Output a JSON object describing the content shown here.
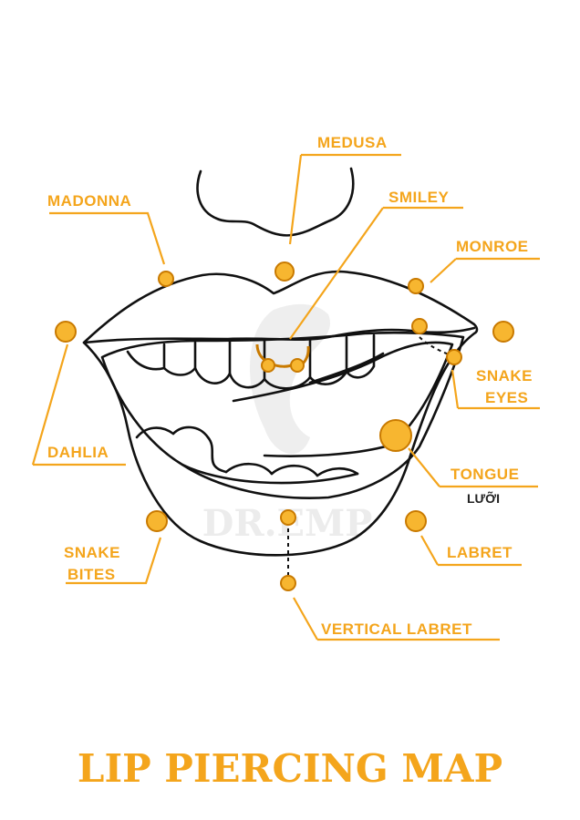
{
  "colors": {
    "accent": "#F4A51C",
    "ink": "#111111",
    "bead": "#F7B630",
    "bead_edge": "#C97A00",
    "subtext": "#222222",
    "watermark": "#e6e6e6"
  },
  "watermark": "DR.EMP",
  "title": "LIP PIERCING MAP",
  "labels": {
    "medusa": "MEDUSA",
    "madonna": "MADONNA",
    "smiley": "SMILEY",
    "monroe": "MONROE",
    "snake_eyes_1": "SNAKE",
    "snake_eyes_2": "EYES",
    "dahlia": "DAHLIA",
    "tongue": "TONGUE",
    "tongue_sub": "LƯỠI",
    "snake_bites_1": "SNAKE",
    "snake_bites_2": "BITES",
    "labret": "LABRET",
    "vertical_labret": "VERTICAL LABRET"
  }
}
